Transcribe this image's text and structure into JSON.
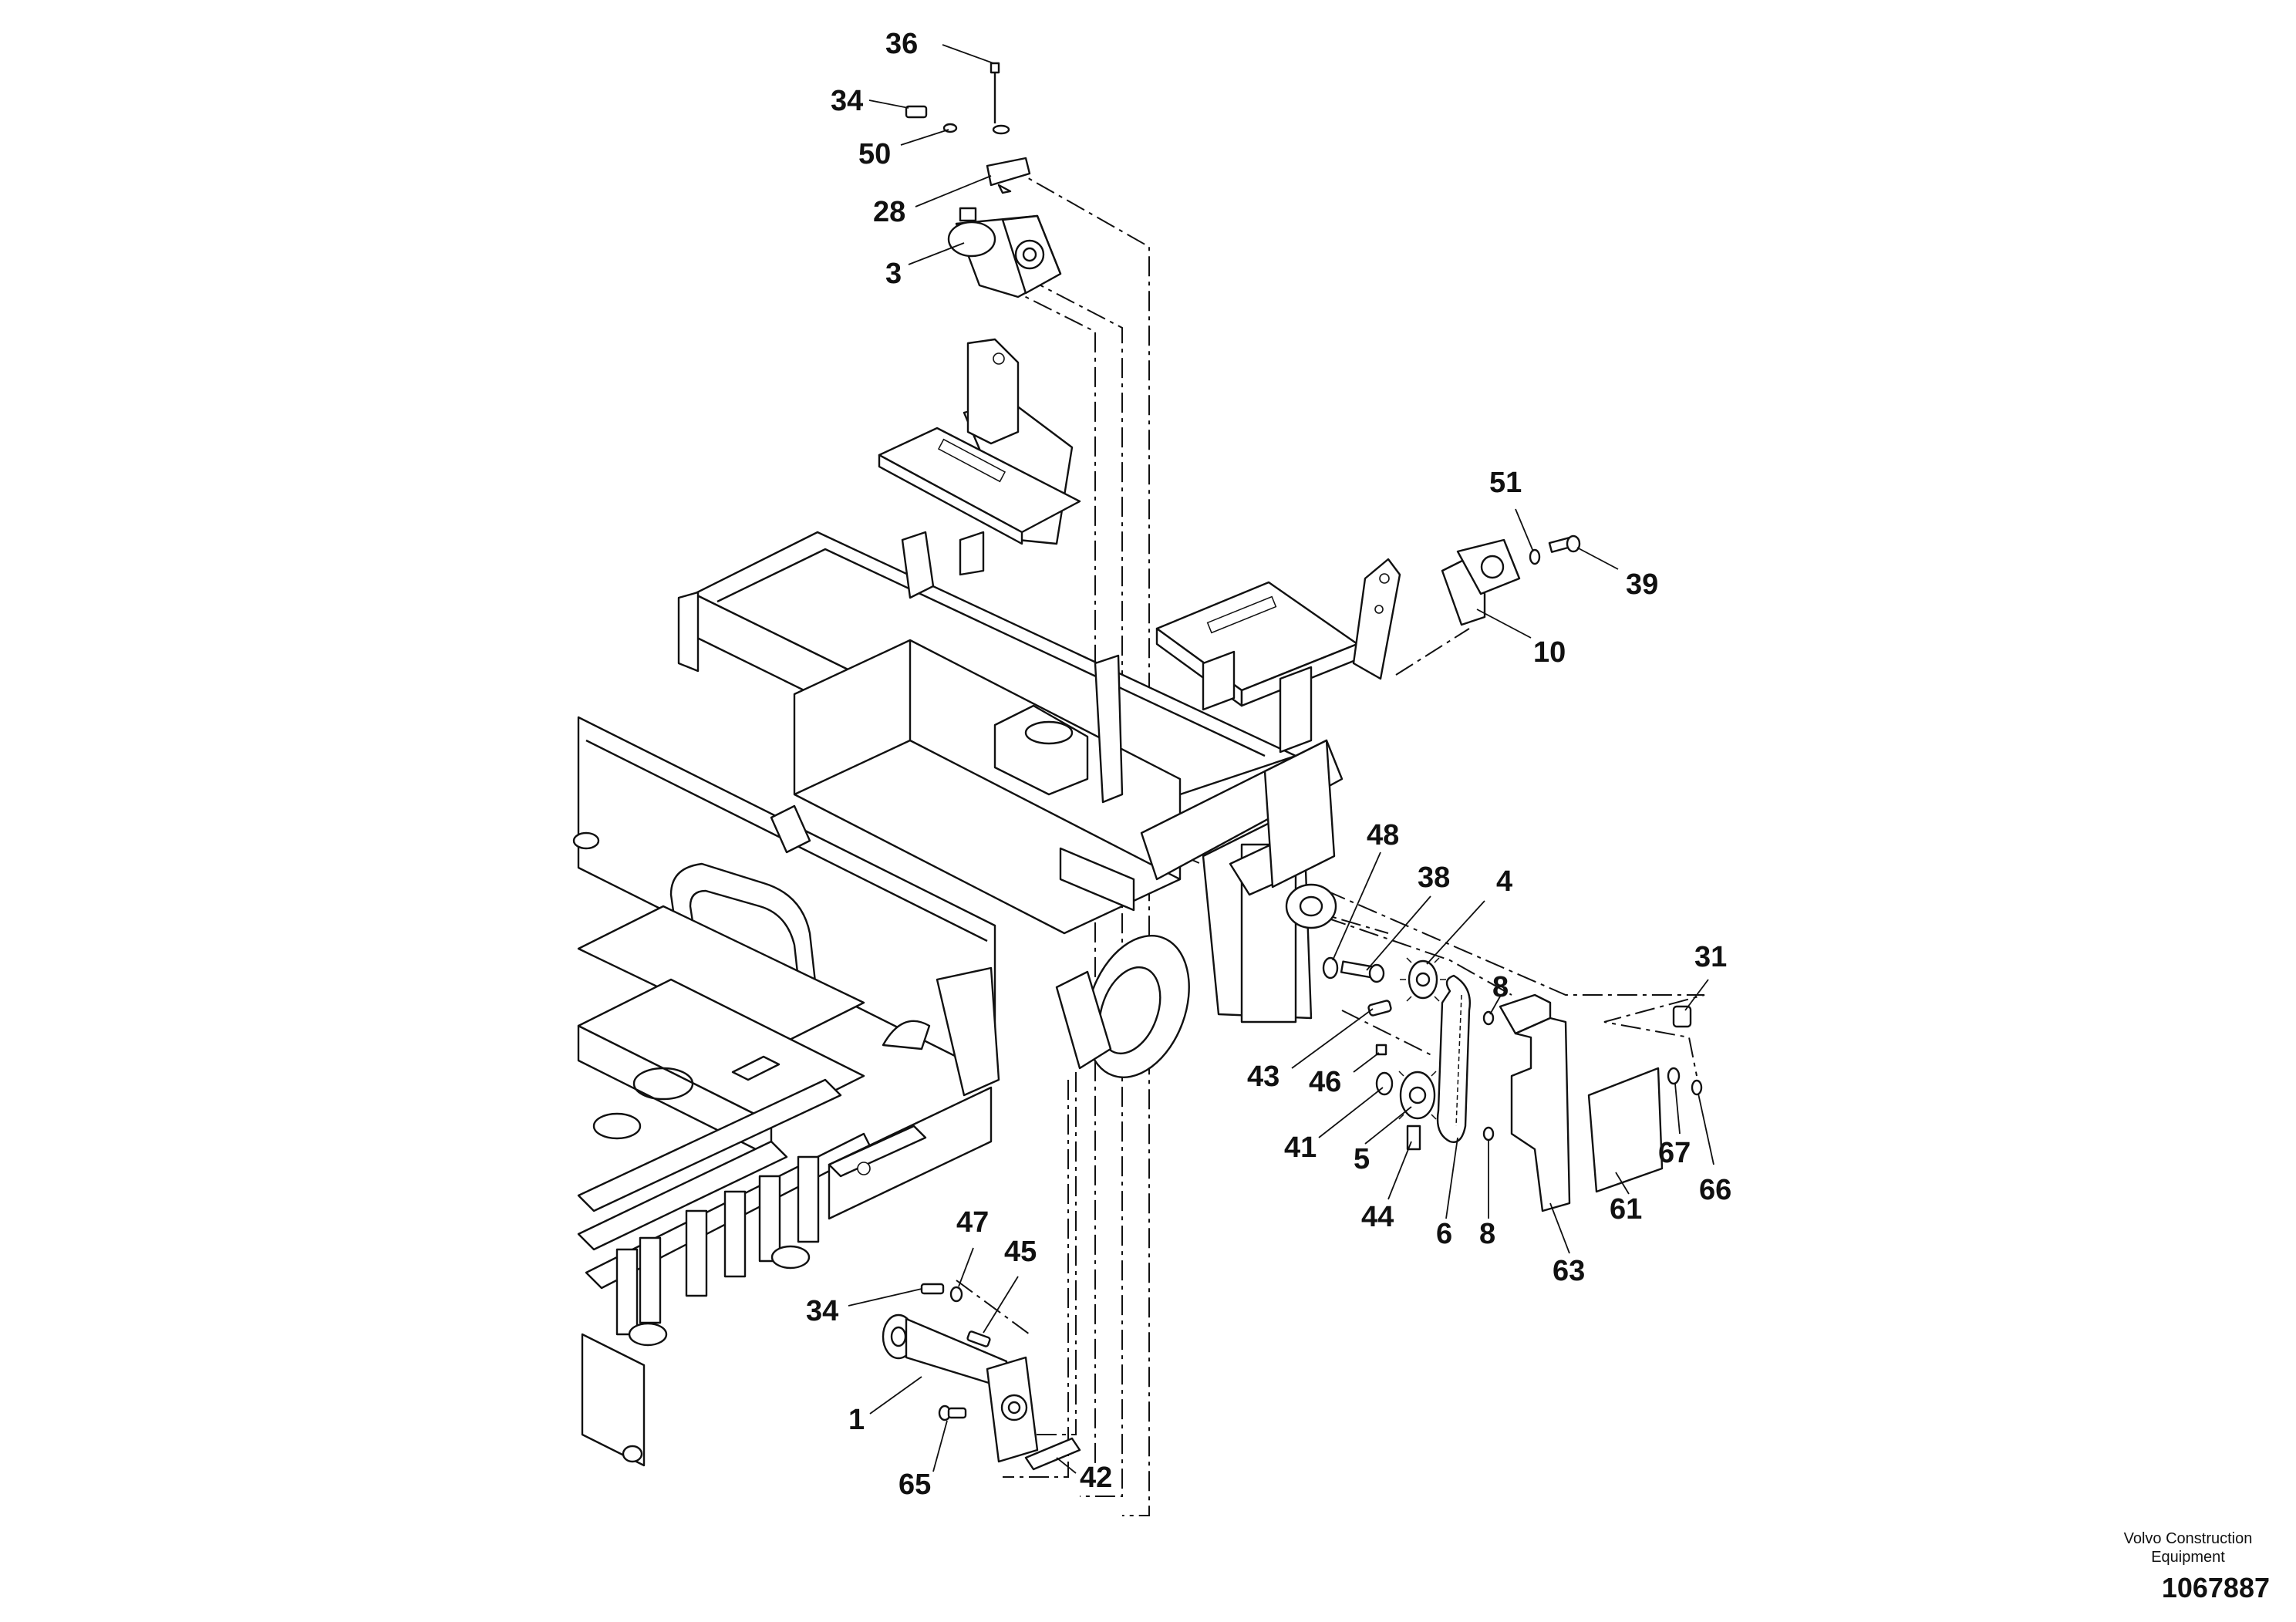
{
  "diagram": {
    "callouts": [
      {
        "id": "c36",
        "label": "36"
      },
      {
        "id": "c34a",
        "label": "34"
      },
      {
        "id": "c50",
        "label": "50"
      },
      {
        "id": "c28",
        "label": "28"
      },
      {
        "id": "c3",
        "label": "3"
      },
      {
        "id": "c51",
        "label": "51"
      },
      {
        "id": "c39",
        "label": "39"
      },
      {
        "id": "c10",
        "label": "10"
      },
      {
        "id": "c48",
        "label": "48"
      },
      {
        "id": "c38",
        "label": "38"
      },
      {
        "id": "c4",
        "label": "4"
      },
      {
        "id": "c31",
        "label": "31"
      },
      {
        "id": "c8a",
        "label": "8"
      },
      {
        "id": "c43",
        "label": "43"
      },
      {
        "id": "c46",
        "label": "46"
      },
      {
        "id": "c41",
        "label": "41"
      },
      {
        "id": "c5",
        "label": "5"
      },
      {
        "id": "c44",
        "label": "44"
      },
      {
        "id": "c6",
        "label": "6"
      },
      {
        "id": "c8b",
        "label": "8"
      },
      {
        "id": "c63",
        "label": "63"
      },
      {
        "id": "c61",
        "label": "61"
      },
      {
        "id": "c67",
        "label": "67"
      },
      {
        "id": "c66",
        "label": "66"
      },
      {
        "id": "c47",
        "label": "47"
      },
      {
        "id": "c45",
        "label": "45"
      },
      {
        "id": "c34b",
        "label": "34"
      },
      {
        "id": "c1",
        "label": "1"
      },
      {
        "id": "c65",
        "label": "65"
      },
      {
        "id": "c42",
        "label": "42"
      }
    ]
  },
  "footer": {
    "brand_line1": "Volvo Construction",
    "brand_line2": "Equipment",
    "illustration_number": "1067887"
  }
}
